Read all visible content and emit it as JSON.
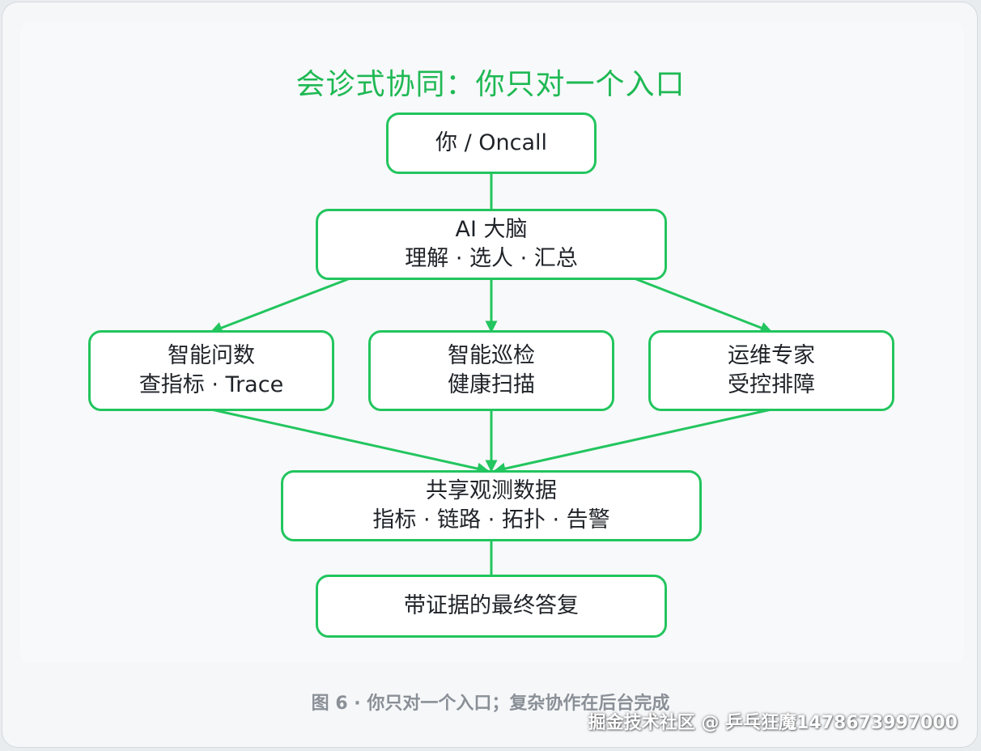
{
  "title": "会诊式协同：你只对一个入口",
  "nodes": {
    "oncall": {
      "line1": "你 / Oncall"
    },
    "brain": {
      "line1": "AI 大脑",
      "line2": "理解 · 选人 · 汇总"
    },
    "ask": {
      "line1": "智能问数",
      "line2": "查指标 · Trace"
    },
    "inspect": {
      "line1": "智能巡检",
      "line2": "健康扫描"
    },
    "expert": {
      "line1": "运维专家",
      "line2": "受控排障"
    },
    "shared": {
      "line1": "共享观测数据",
      "line2": "指标 · 链路 · 拓扑 · 告警"
    },
    "answer": {
      "line1": "带证据的最终答复"
    }
  },
  "caption": "图 6 · 你只对一个入口；复杂协作在后台完成",
  "watermark": "掘金技术社区 @ 乒乓狂魔1478673997000",
  "colors": {
    "accent": "#22c55e",
    "title": "#1fb954",
    "caption": "#8a9097"
  }
}
